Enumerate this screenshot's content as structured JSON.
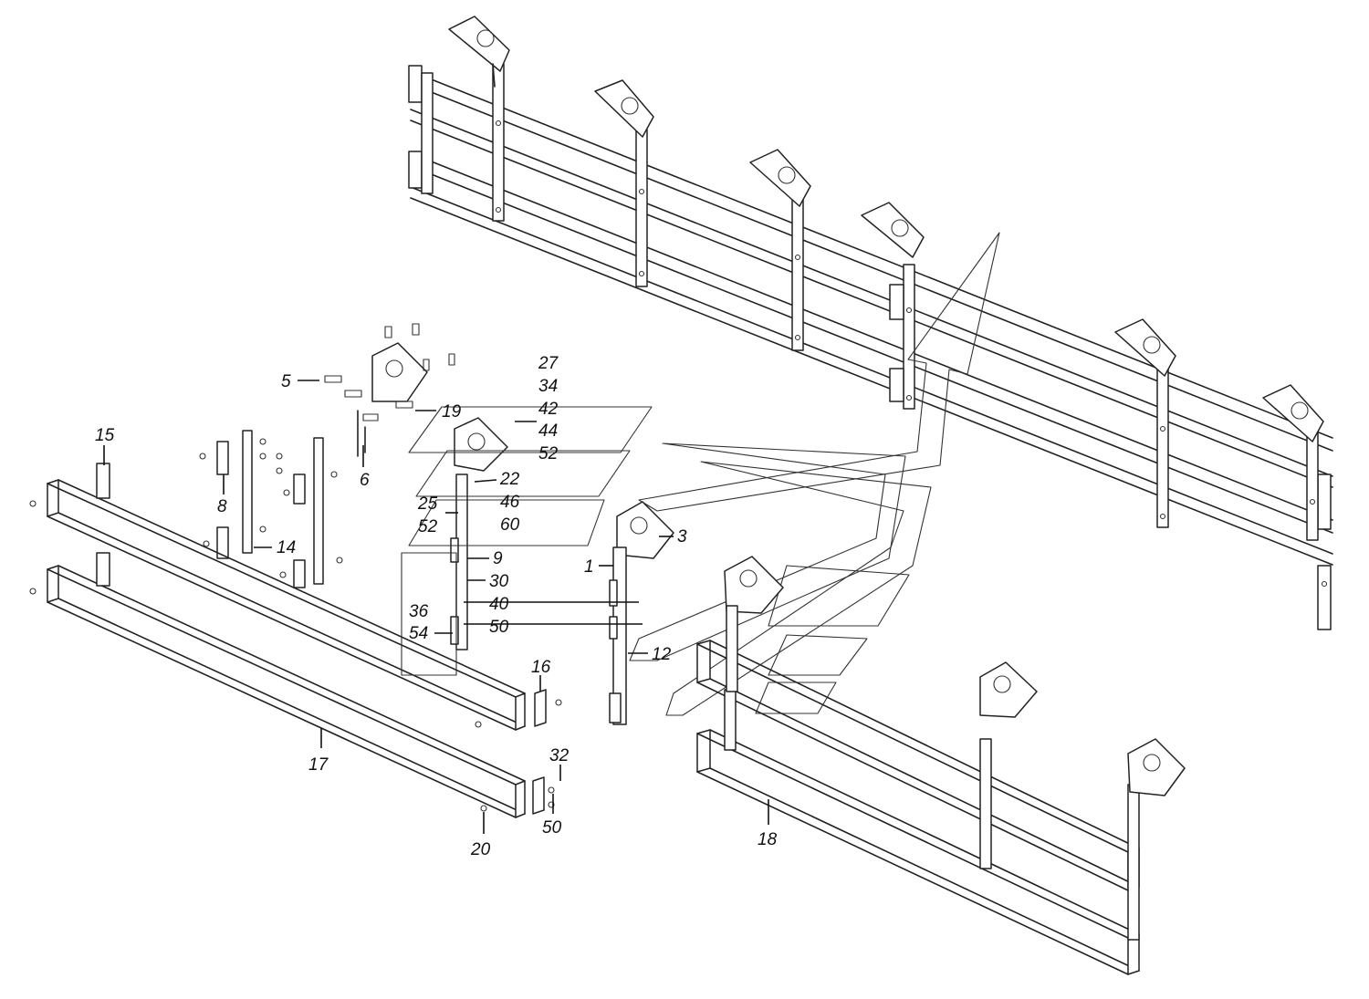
{
  "callouts": {
    "c1": "1",
    "c3": "3",
    "c5": "5",
    "c6": "6",
    "c8": "8",
    "c9": "9",
    "c12": "12",
    "c14": "14",
    "c15": "15",
    "c16": "16",
    "c17": "17",
    "c18": "18",
    "c19": "19",
    "c20": "20",
    "c22": "22",
    "c25": "25",
    "c27": "27",
    "c30": "30",
    "c32": "32",
    "c34": "34",
    "c36": "36",
    "c40": "40",
    "c42": "42",
    "c44": "44",
    "c46": "46",
    "c50a": "50",
    "c50b": "50",
    "c52a": "52",
    "c52b": "52",
    "c54": "54",
    "c60": "60"
  }
}
